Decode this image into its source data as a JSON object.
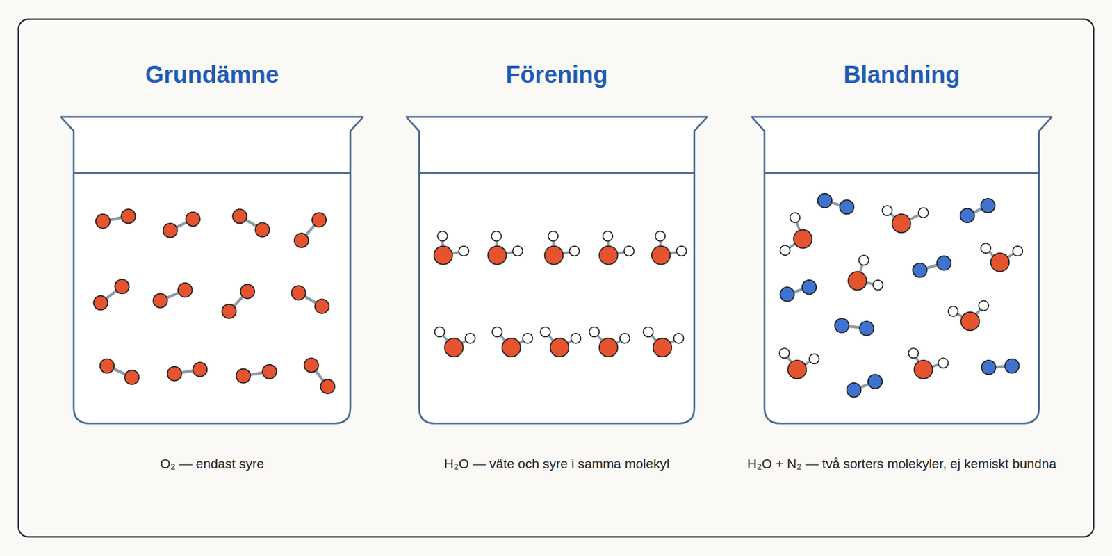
{
  "diagram": {
    "nodes": [
      {
        "text": [
          "Grundämne",
          "O₂ —  endast syre"
        ]
      },
      {
        "text": [
          "Förening",
          "H₂O — väte och syre i samma molekyl"
        ]
      },
      {
        "text": [
          "Blandning",
          "H₂O + N₂ — två sorters molekyler, ej kemiskt bundna"
        ]
      }
    ]
  }
}
